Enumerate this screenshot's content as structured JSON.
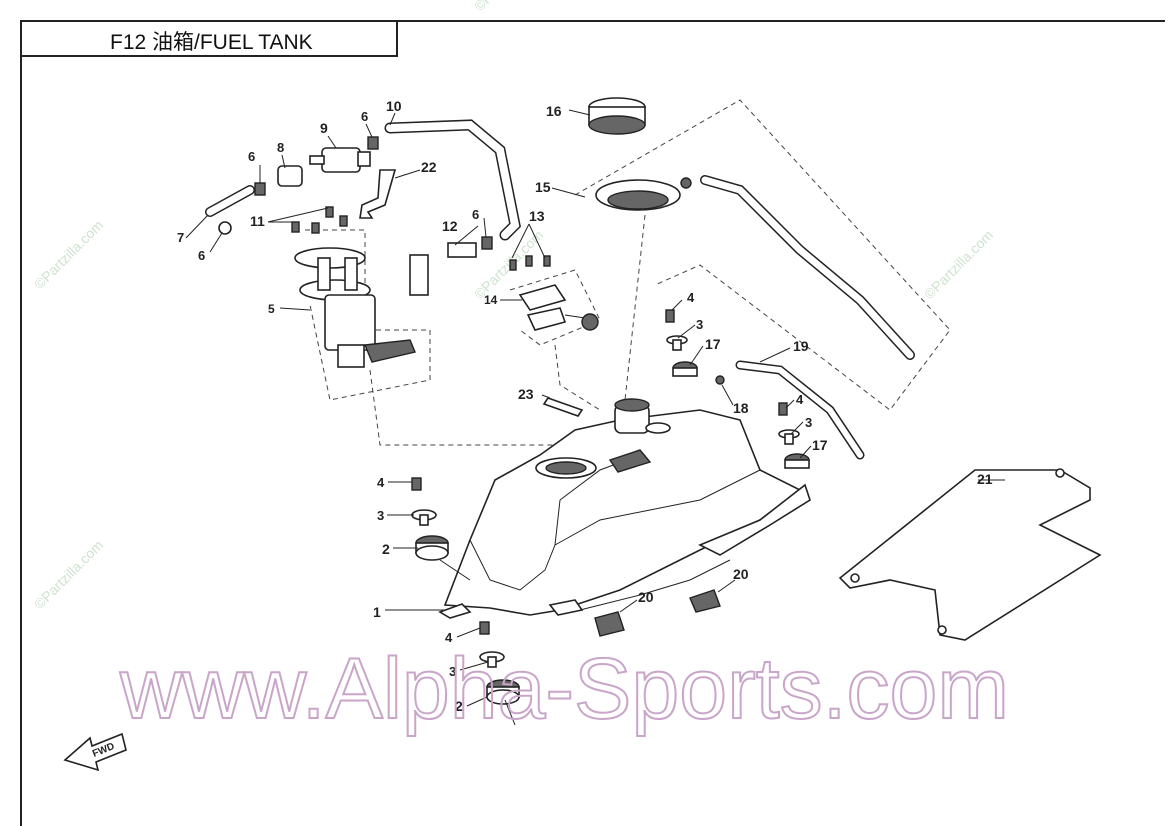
{
  "page": {
    "title": "F12 油箱/FUEL TANK",
    "watermark": "www.Alpha-Sports.com",
    "small_watermark": "©Partzilla.com",
    "fwd_label": "FWD"
  },
  "callouts": [
    "1",
    "2",
    "3",
    "4",
    "5",
    "6",
    "7",
    "8",
    "9",
    "10",
    "11",
    "12",
    "13",
    "14",
    "15",
    "16",
    "17",
    "18",
    "19",
    "20",
    "21",
    "22",
    "23"
  ]
}
